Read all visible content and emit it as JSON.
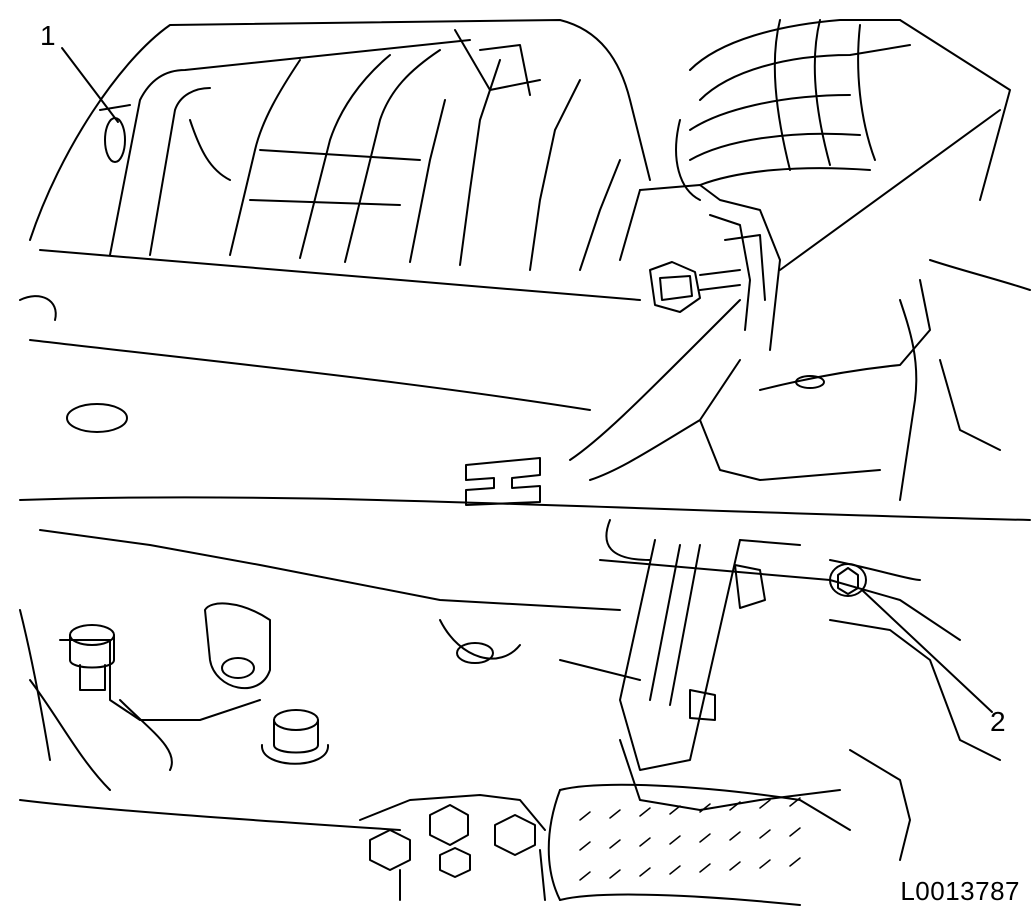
{
  "diagram": {
    "callouts": [
      {
        "label": "1"
      },
      {
        "label": "2"
      }
    ],
    "figure_id": "L0013787"
  },
  "colors": {
    "line": "#000000",
    "background": "#ffffff"
  }
}
